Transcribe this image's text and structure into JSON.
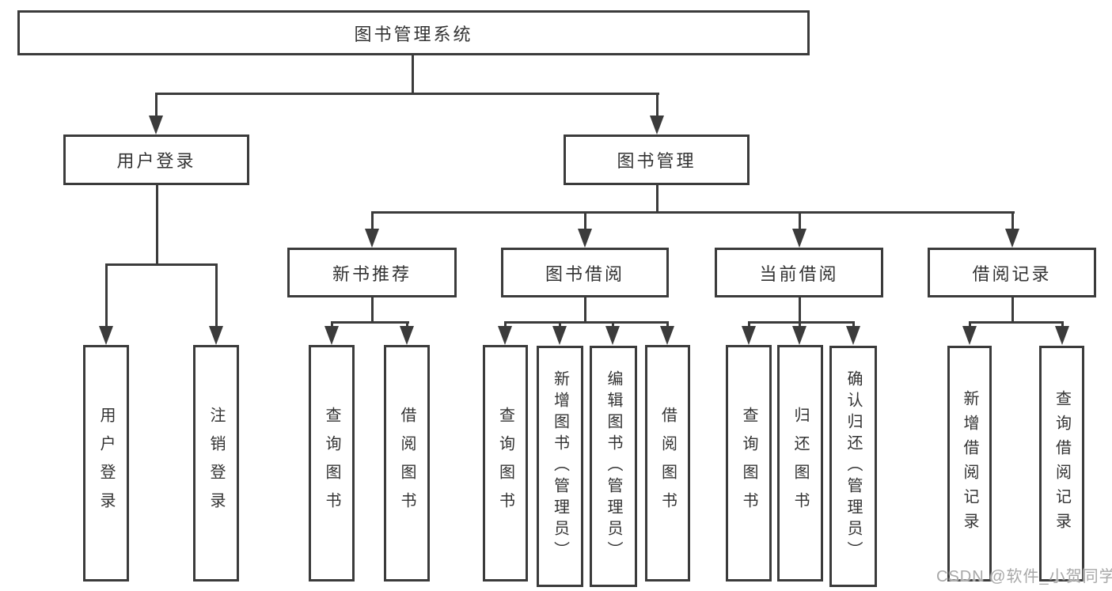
{
  "colors": {
    "background": "#ffffff",
    "line": "#3b3b3b",
    "box_border": "#3b3b3b",
    "text": "#333333",
    "watermark": "#a8a8a8"
  },
  "nodes": {
    "root": {
      "label": "图书管理系统"
    },
    "user_login": {
      "label": "用户登录",
      "children": [
        "用户登录",
        "注销登录"
      ]
    },
    "book_mgmt": {
      "label": "图书管理"
    },
    "new_book_rec": {
      "label": "新书推荐",
      "children": [
        "查询图书",
        "借阅图书"
      ]
    },
    "book_borrow": {
      "label": "图书借阅",
      "children": [
        "查询图书",
        "新增图书（管理员）",
        "编辑图书（管理员）",
        "借阅图书"
      ]
    },
    "current_borrow": {
      "label": "当前借阅",
      "children": [
        "查询图书",
        "归还图书",
        "确认归还（管理员）"
      ]
    },
    "borrow_records": {
      "label": "借阅记录",
      "children": [
        "新增借阅记录",
        "查询借阅记录"
      ]
    }
  },
  "watermark": {
    "text": "CSDN @软件_小贺同学"
  }
}
